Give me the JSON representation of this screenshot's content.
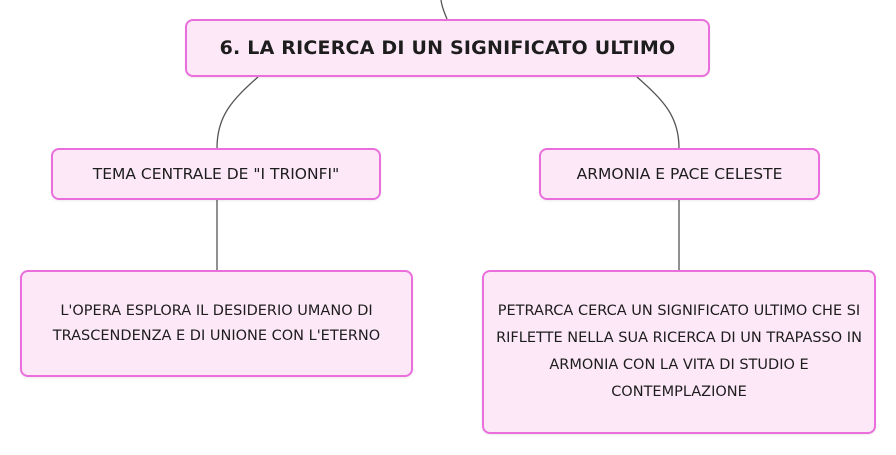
{
  "diagram": {
    "root": {
      "label": "6. LA RICERCA DI UN SIGNIFICATO ULTIMO"
    },
    "branches": [
      {
        "label": "TEMA CENTRALE DE \"I TRIONFI\"",
        "detail": "L'OPERA ESPLORA IL DESIDERIO UMANO DI TRASCENDENZA E DI UNIONE CON L'ETERNO"
      },
      {
        "label": "ARMONIA E PACE CELESTE",
        "detail": "PETRARCA CERCA UN SIGNIFICATO ULTIMO CHE SI RIFLETTE NELLA SUA RICERCA DI UN TRAPASSO IN ARMONIA CON LA VITA DI STUDIO E CONTEMPLAZIONE"
      }
    ]
  },
  "colors": {
    "node_fill": "#fde8f8",
    "node_border": "#ea6fdc",
    "connector": "#555555",
    "text": "#1d1d1d"
  }
}
